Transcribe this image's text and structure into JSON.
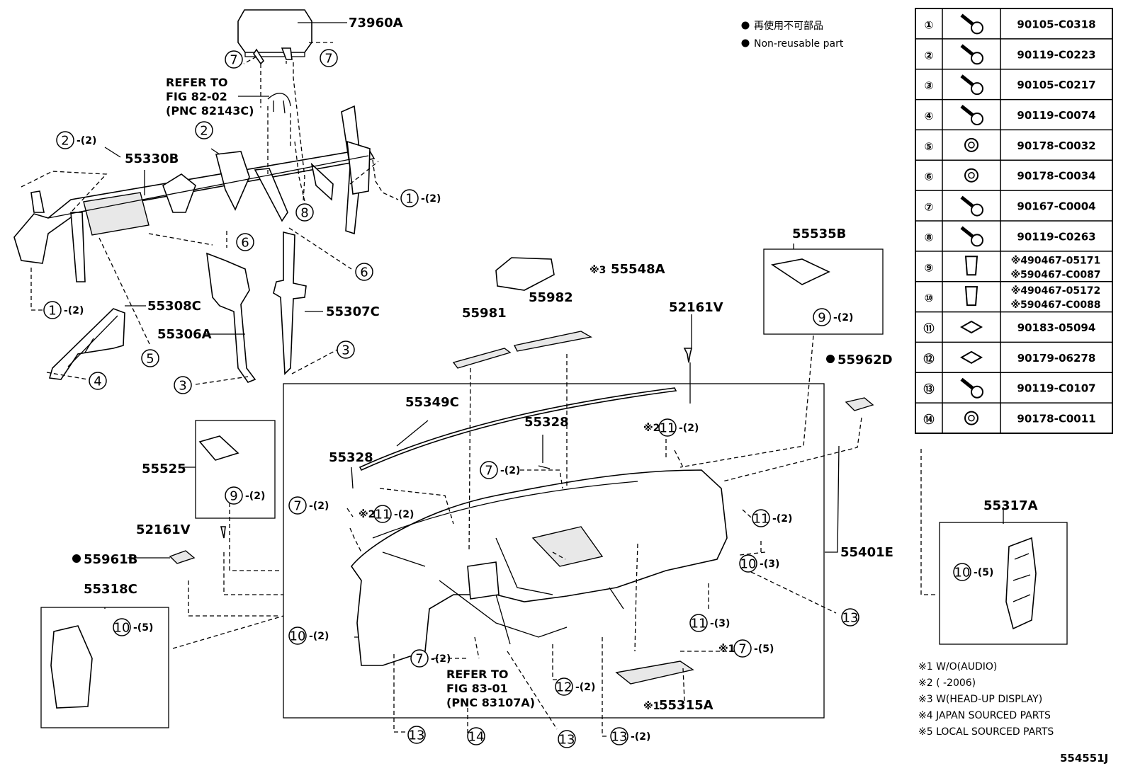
{
  "legend": {
    "jp": "再使用不可部品",
    "en": "Non-reusable part"
  },
  "figure_id": "554551J",
  "parts": {
    "p73960A": "73960A",
    "p55330B": "55330B",
    "p55308C": "55308C",
    "p55306A": "55306A",
    "p55307C": "55307C",
    "p55548A": "55548A",
    "p55548A_mark": "※3",
    "p55981": "55981",
    "p55982": "55982",
    "p52161V_a": "52161V",
    "p55535B": "55535B",
    "p55962D": "55962D",
    "p55349C": "55349C",
    "p55328_a": "55328",
    "p55328_b": "55328",
    "p55525": "55525",
    "p52161V_b": "52161V",
    "p55961B": "55961B",
    "p55318C": "55318C",
    "p55401E": "55401E",
    "p55317A": "55317A",
    "p55315A": "55315A",
    "p55315A_mark": "※1"
  },
  "refers": {
    "r1_line1": "REFER TO",
    "r1_line2": "FIG 82-02",
    "r1_line3": "(PNC 82143C)",
    "r2_line1": "REFER TO",
    "r2_line2": "FIG 83-01",
    "r2_line3": "(PNC 83107A)"
  },
  "qty": {
    "q2": "(2)",
    "q3": "(3)",
    "q5": "(5)"
  },
  "marks": {
    "m1": "※1",
    "m2": "※2"
  },
  "fasteners": [
    {
      "no": "①",
      "codes": [
        "90105-C0318"
      ]
    },
    {
      "no": "②",
      "codes": [
        "90119-C0223"
      ]
    },
    {
      "no": "③",
      "codes": [
        "90105-C0217"
      ]
    },
    {
      "no": "④",
      "codes": [
        "90119-C0074"
      ]
    },
    {
      "no": "⑤",
      "codes": [
        "90178-C0032"
      ]
    },
    {
      "no": "⑥",
      "codes": [
        "90178-C0034"
      ]
    },
    {
      "no": "⑦",
      "codes": [
        "90167-C0004"
      ]
    },
    {
      "no": "⑧",
      "codes": [
        "90119-C0263"
      ]
    },
    {
      "no": "⑨",
      "codes": [
        "※490467-05171",
        "※590467-C0087"
      ]
    },
    {
      "no": "⑩",
      "codes": [
        "※490467-05172",
        "※590467-C0088"
      ]
    },
    {
      "no": "⑪",
      "codes": [
        "90183-05094"
      ]
    },
    {
      "no": "⑫",
      "codes": [
        "90179-06278"
      ]
    },
    {
      "no": "⑬",
      "codes": [
        "90119-C0107"
      ]
    },
    {
      "no": "⑭",
      "codes": [
        "90178-C0011"
      ]
    }
  ],
  "notes": [
    "※1 W/O(AUDIO)",
    "※2 (       -2006)",
    "※3 W(HEAD-UP DISPLAY)",
    "※4 JAPAN SOURCED PARTS",
    "※5 LOCAL SOURCED PARTS"
  ]
}
